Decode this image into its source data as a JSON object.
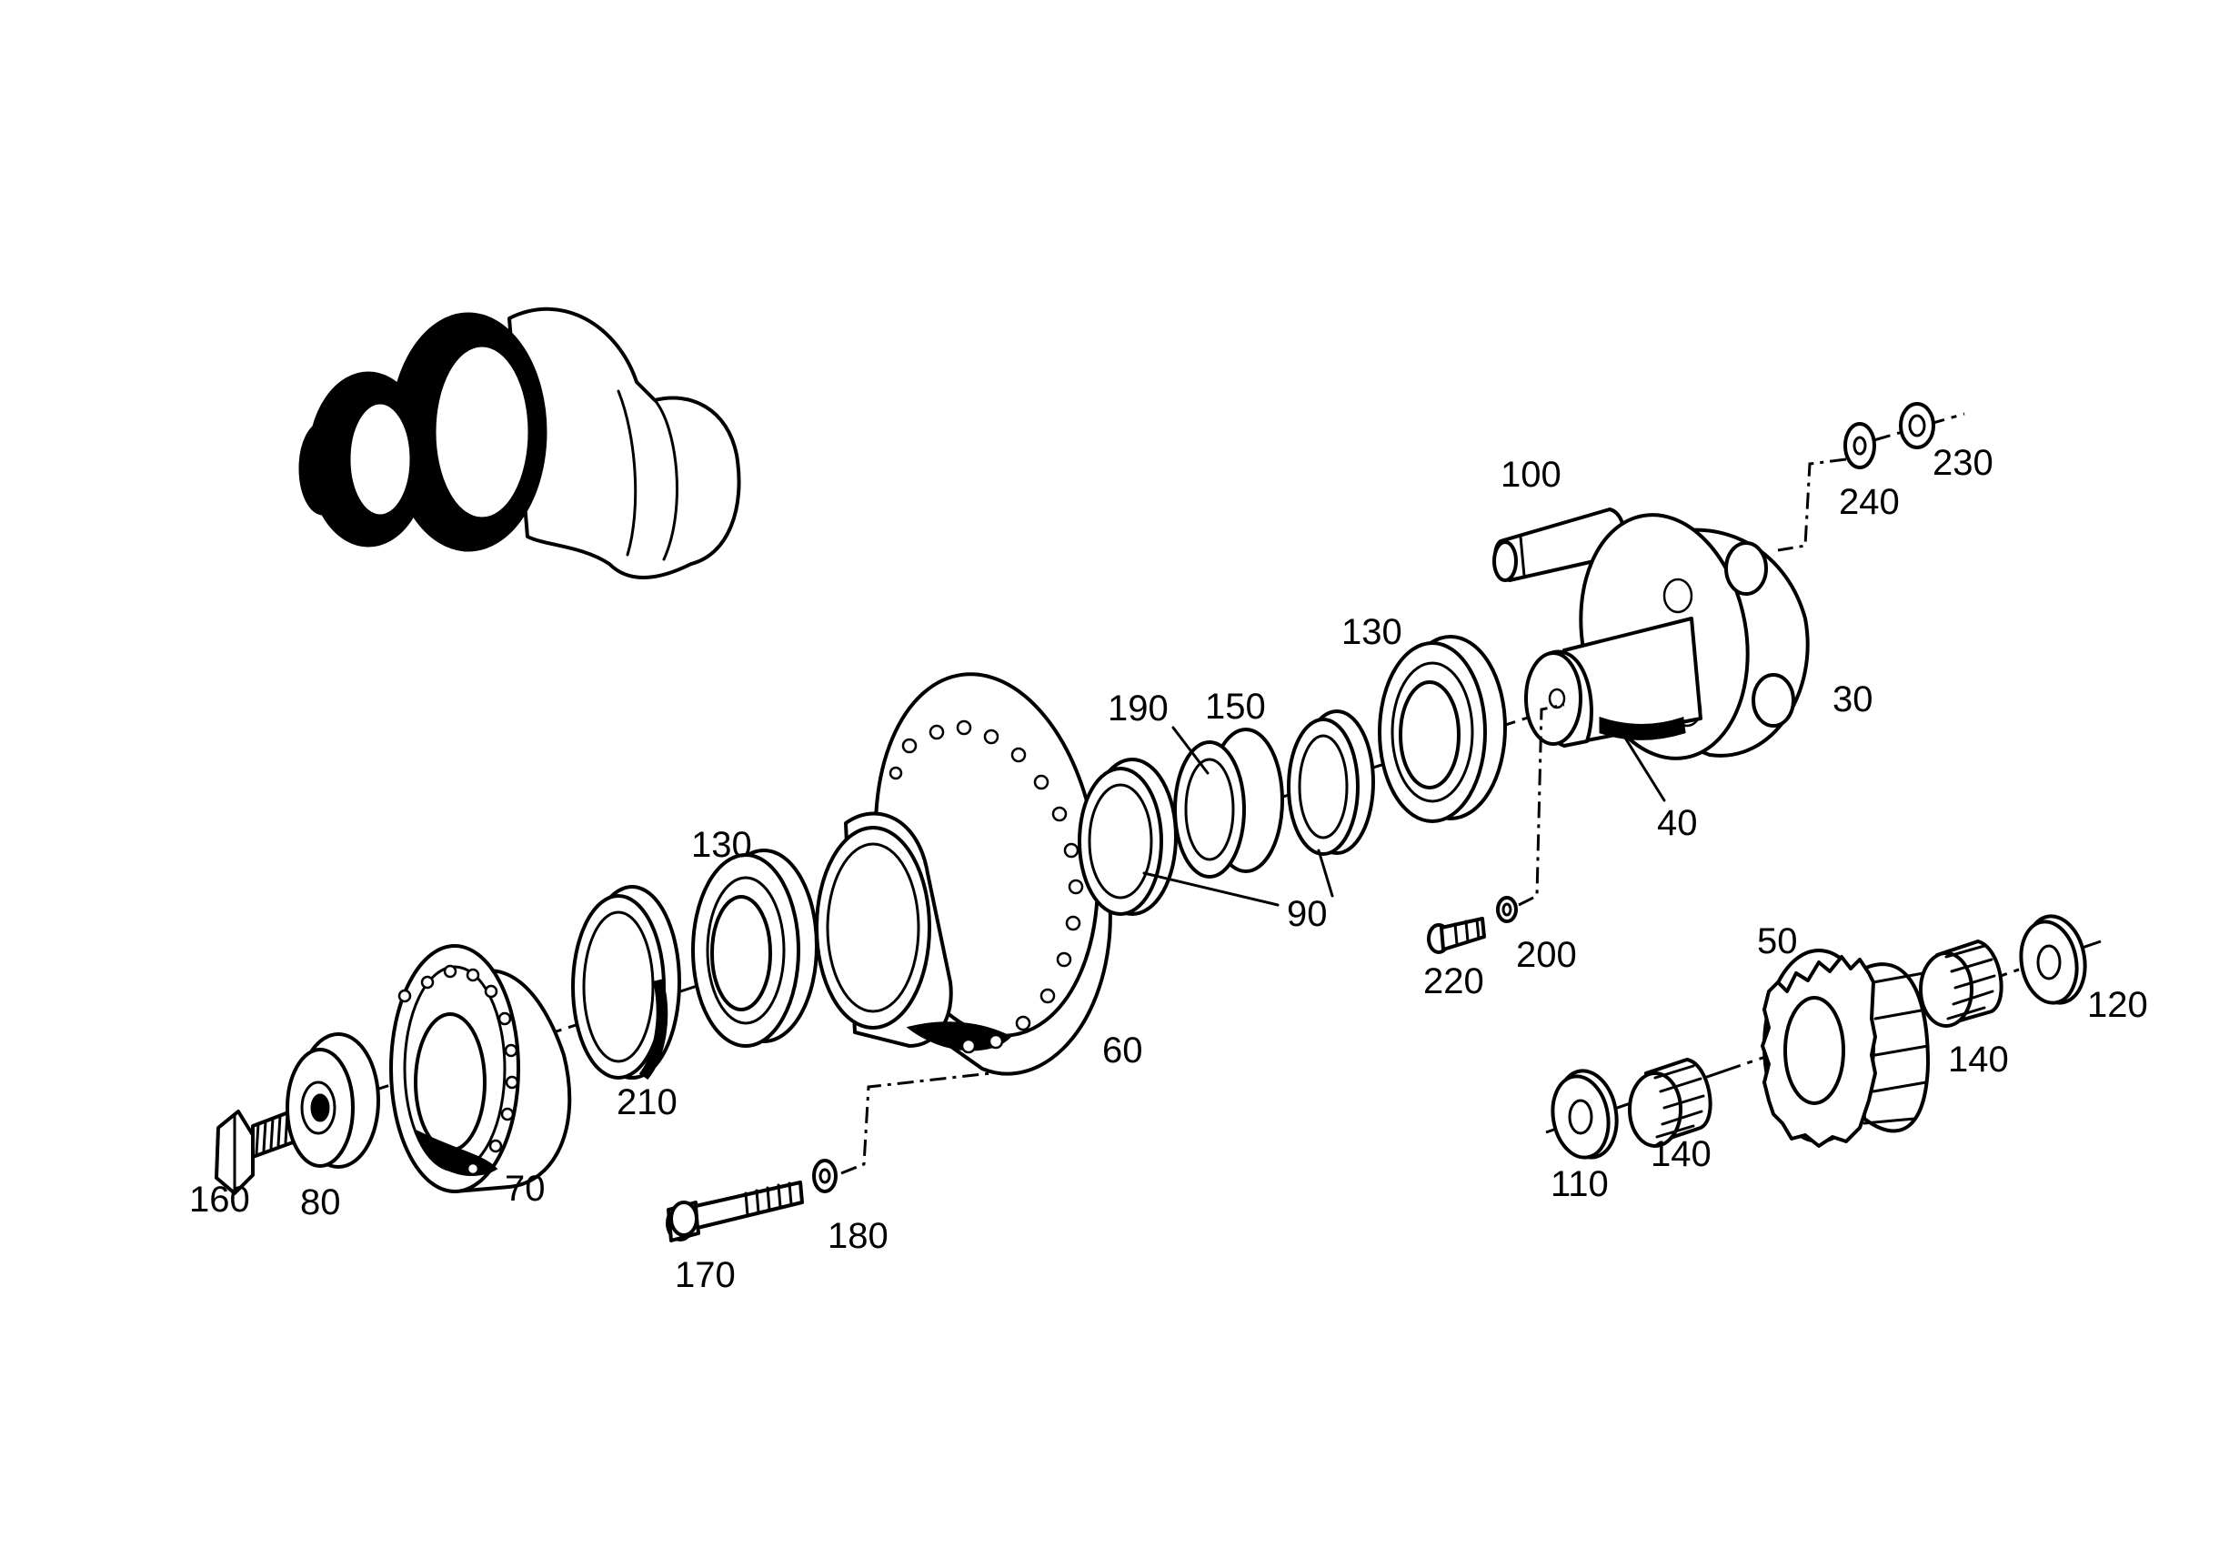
{
  "callouts": {
    "c160": "160",
    "c80": "80",
    "c70": "70",
    "c210": "210",
    "c130_left": "130",
    "c170": "170",
    "c180": "180",
    "c60": "60",
    "c190": "190",
    "c150": "150",
    "c90": "90",
    "c130_right": "130",
    "c100": "100",
    "c220": "220",
    "c200": "200",
    "c40": "40",
    "c30": "30",
    "c240": "240",
    "c230": "230",
    "c50": "50",
    "c110": "110",
    "c140_left": "140",
    "c140_right": "140",
    "c120": "120"
  },
  "colors": {
    "ink": "#000000",
    "paper": "#ffffff"
  }
}
